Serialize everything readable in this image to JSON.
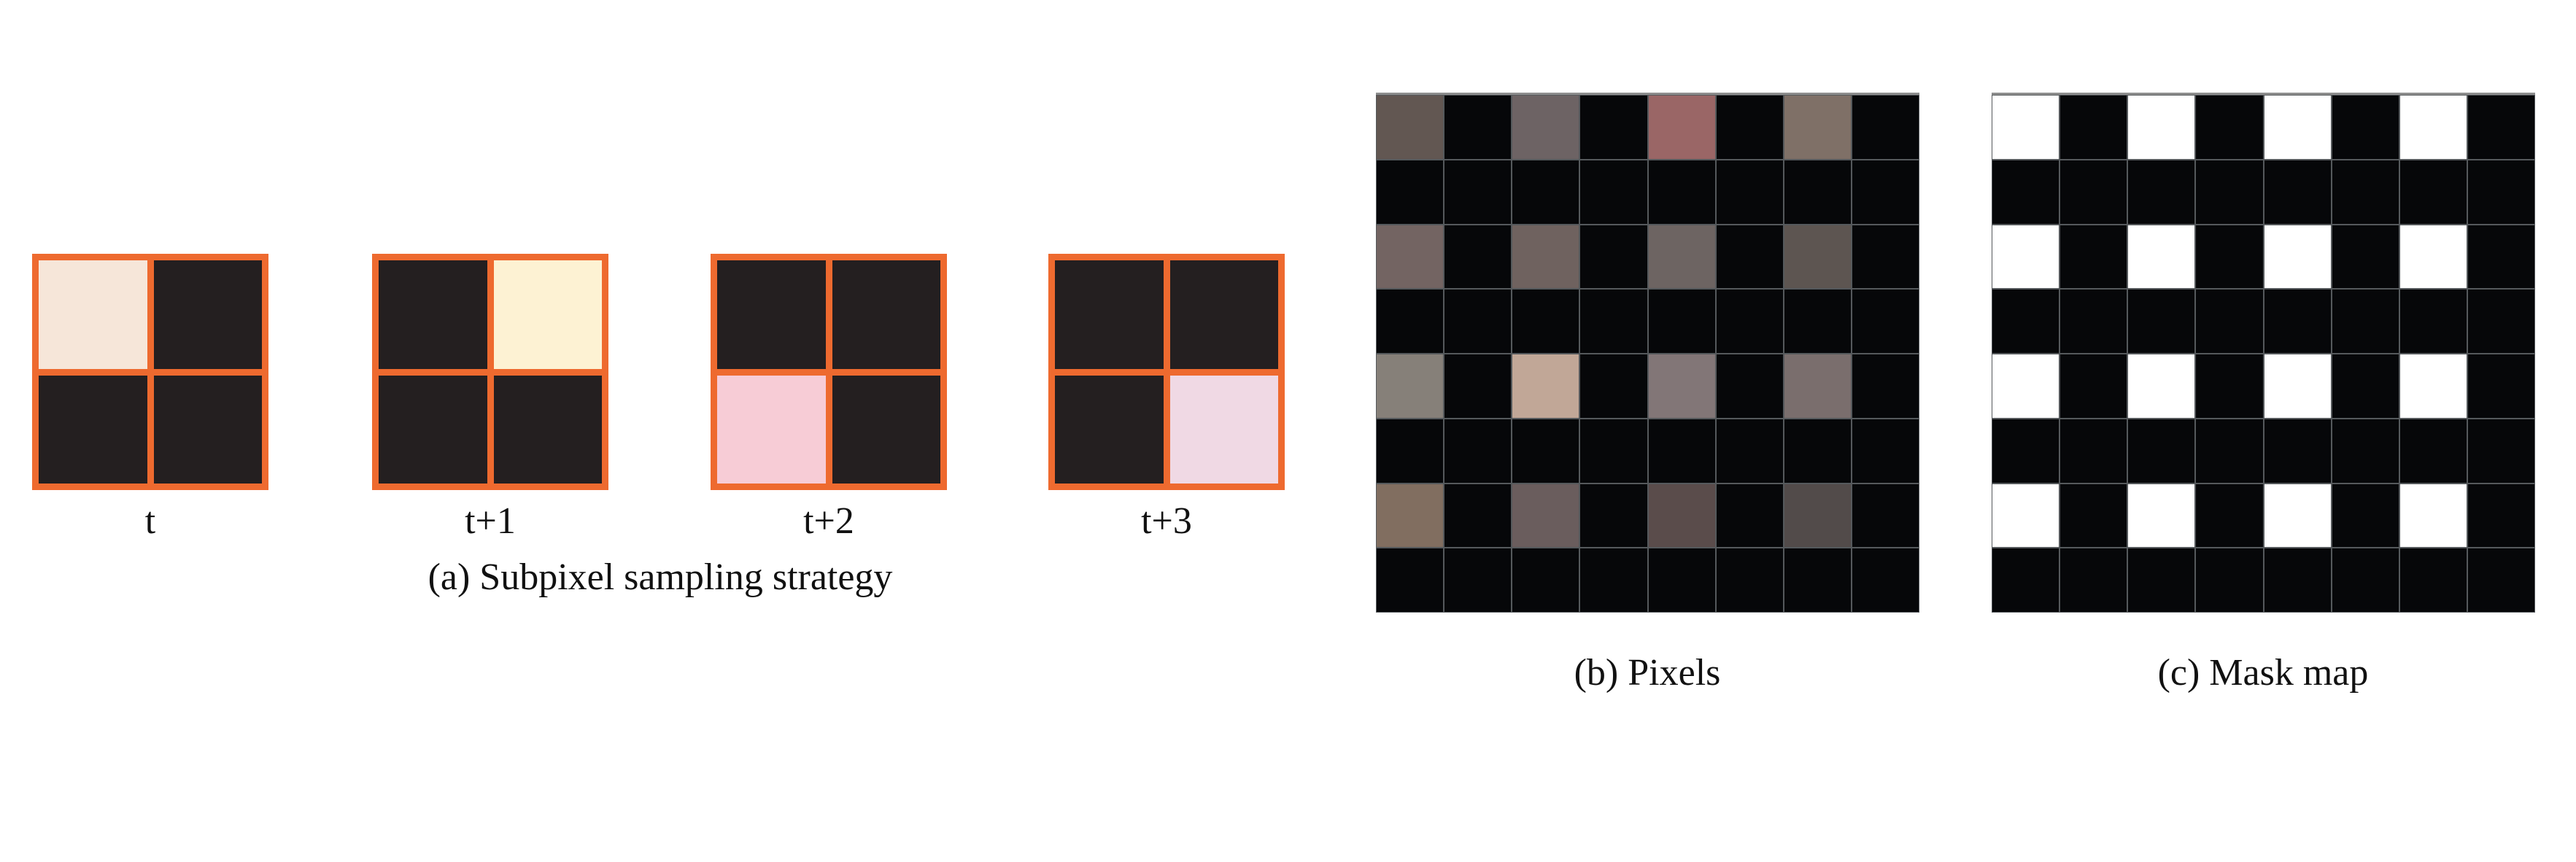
{
  "panel_a": {
    "caption": "(a) Subpixel sampling strategy",
    "frames": [
      {
        "label": "t",
        "active_index": 0,
        "active_color": "#f6e6d9"
      },
      {
        "label": "t+1",
        "active_index": 1,
        "active_color": "#fdf2d3"
      },
      {
        "label": "t+2",
        "active_index": 2,
        "active_color": "#f7ccd6"
      },
      {
        "label": "t+3",
        "active_index": 3,
        "active_color": "#f0d9e4"
      }
    ],
    "frame_border_color": "#ee6a2f",
    "inactive_color": "#241f20"
  },
  "panel_b": {
    "caption": "(b) Pixels",
    "dark_color": "#060709",
    "sampled_colors": [
      [
        "#625752",
        "#6d6364",
        "#9a6666",
        "#7f7067"
      ],
      [
        "#736462",
        "#6f625f",
        "#6d6462",
        "#5d5551"
      ],
      [
        "#868079",
        "#c1a797",
        "#827677",
        "#7a6e6d"
      ],
      [
        "#816e60",
        "#6a5d5d",
        "#5a4c4b",
        "#524b4a"
      ]
    ]
  },
  "panel_c": {
    "caption": "(c) Mask map",
    "on_color": "#ffffff",
    "off_color": "#060709"
  }
}
